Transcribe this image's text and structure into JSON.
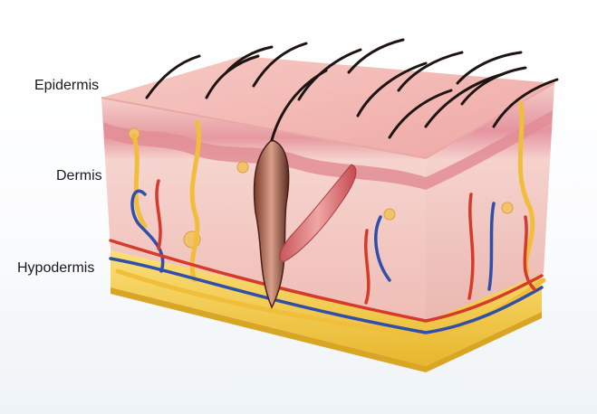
{
  "labels": {
    "epidermis": "Epidermis",
    "dermis": "Dermis",
    "hypodermis": "Hypodermis"
  },
  "colors": {
    "skin_surface": "#f2b8b3",
    "skin_side": "#f3c2bd",
    "dermis_band": "#e48f92",
    "fat_layer": "#f5c842",
    "artery": "#d63a2a",
    "vein": "#2f4fa8",
    "nerve": "#f2c243",
    "hair": "#1e1412"
  }
}
